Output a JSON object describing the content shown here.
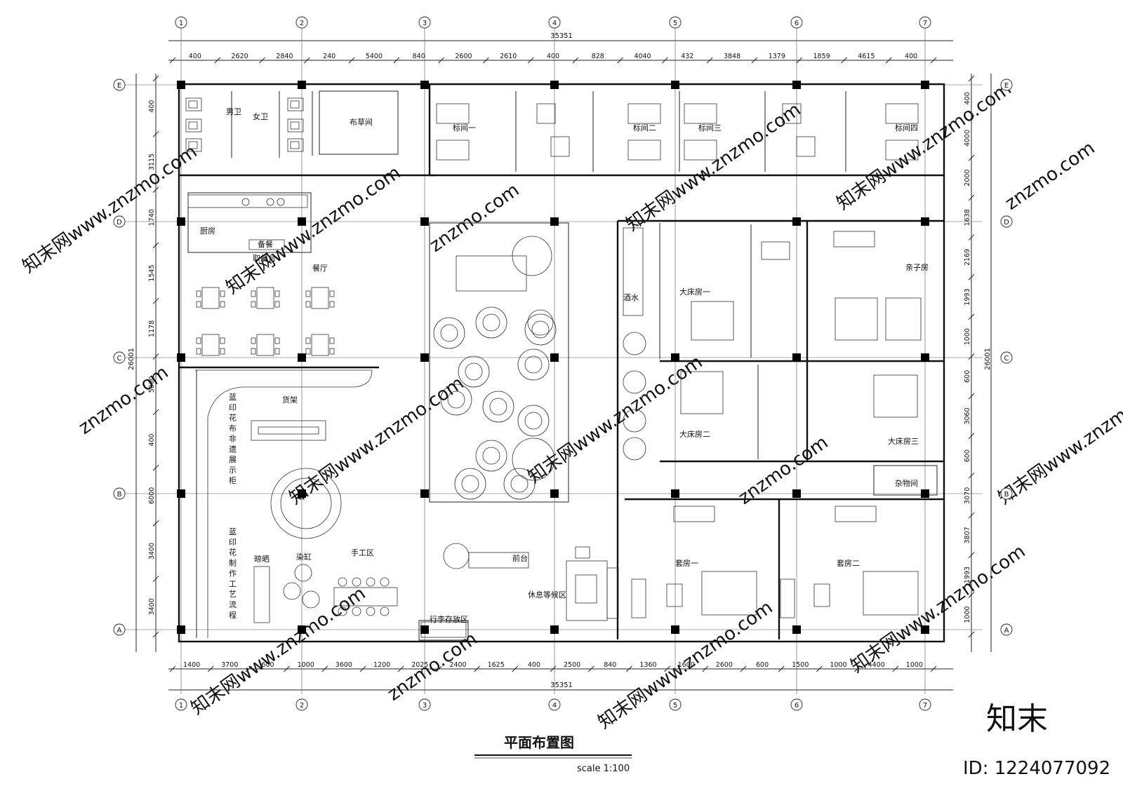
{
  "title": "平面布置图",
  "scale": "scale 1:100",
  "watermark": {
    "brand": "知末",
    "id": "ID: 1224077092",
    "site": "知末网www.znzmo.com",
    "site_short": "znzmo.com"
  },
  "grid_cols": [
    "1",
    "2",
    "3",
    "4",
    "5",
    "6",
    "7"
  ],
  "grid_rows": [
    "E",
    "D",
    "C",
    "B",
    "A"
  ],
  "dims": {
    "total_width": "35351",
    "total_height": "26001",
    "top": [
      "400",
      "2620",
      "2840",
      "240",
      "5400",
      "840",
      "2600",
      "2610",
      "400",
      "828",
      "4040",
      "432",
      "3848",
      "1379",
      "1859",
      "4615",
      "400"
    ],
    "bottom": [
      "1400",
      "3700",
      "600",
      "1000",
      "3600",
      "1200",
      "2025",
      "2400",
      "1625",
      "400",
      "2500",
      "840",
      "1360",
      "1600",
      "2600",
      "600",
      "1500",
      "1000",
      "4400",
      "1000"
    ],
    "left": [
      "400",
      "3115",
      "1740",
      "1545",
      "1178",
      "5000",
      "400",
      "6000",
      "3400",
      "3400"
    ],
    "right": [
      "400",
      "4000",
      "2000",
      "1638",
      "2169",
      "1993",
      "1000",
      "600",
      "3060",
      "600",
      "3070",
      "3807",
      "1993",
      "1000"
    ]
  },
  "rooms": {
    "men_wc": "男卫",
    "women_wc": "女卫",
    "linen": "布草间",
    "kitchen": "厨房",
    "prep": "备餐",
    "pickup": "取餐台",
    "dining": "餐厅",
    "shelf": "货架",
    "display": "蓝印花布非遗展示柜",
    "process": "蓝印花制作工艺流程",
    "drying": "晾晒",
    "dye_vat": "染缸",
    "craft": "手工区",
    "front_desk": "前台",
    "lounge": "休息等候区",
    "luggage": "行李存放区",
    "twin1": "标间一",
    "twin2": "标间二",
    "twin3": "标间三",
    "twin4": "标间四",
    "bar": "酒水",
    "king1": "大床房一",
    "king2": "大床房二",
    "king3": "大床房三",
    "family": "亲子房",
    "storage": "杂物间",
    "suite1": "套房一",
    "suite2": "套房二"
  }
}
